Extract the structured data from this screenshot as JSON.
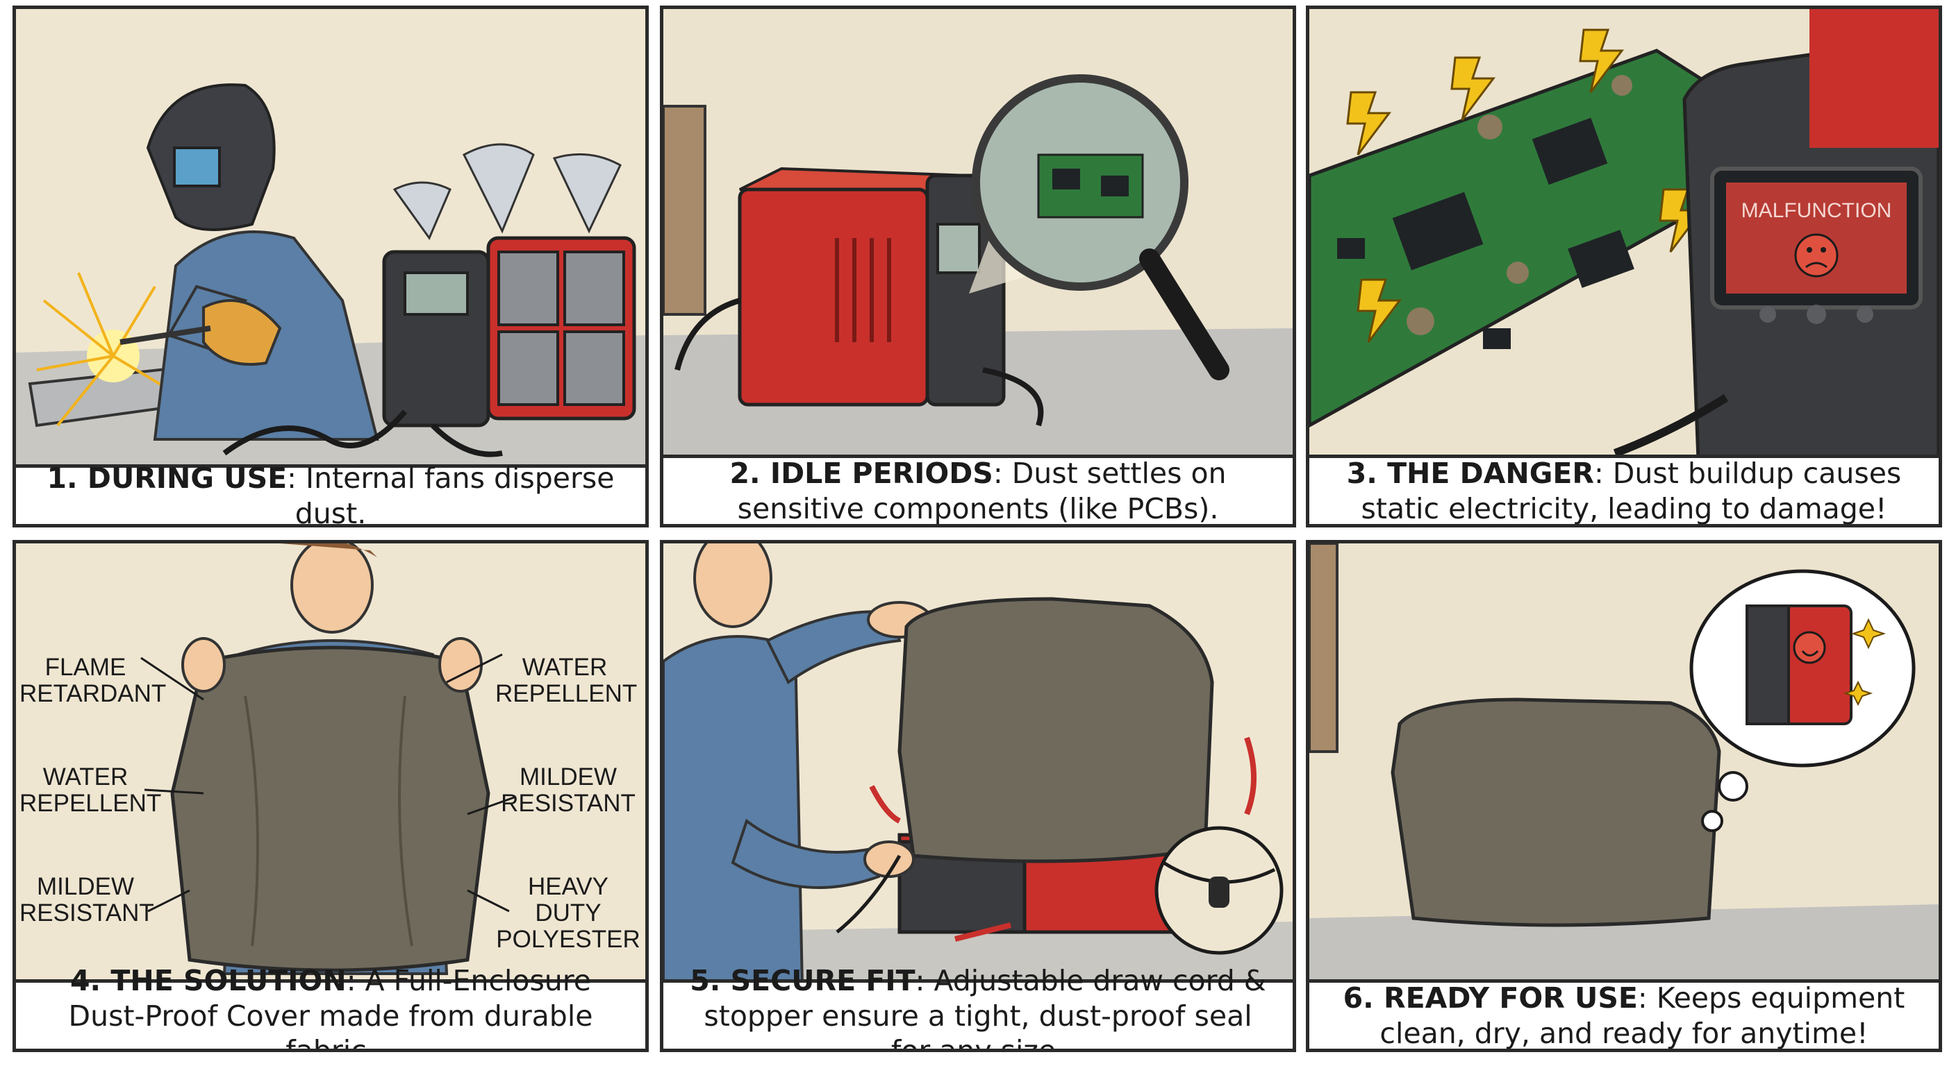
{
  "panels": [
    {
      "caption_title": "1. DURING USE",
      "caption_text": ": Internal fans disperse dust."
    },
    {
      "caption_title": "2. IDLE PERIODS",
      "caption_text": ": Dust settles on sensitive components (like PCBs)."
    },
    {
      "caption_title": "3. THE DANGER",
      "caption_text": ": Dust buildup causes static electricity, leading to damage!",
      "screen_text": "MALFUNCTION"
    },
    {
      "caption_title": "4. THE SOLUTION",
      "caption_text": ": A Full-Enclosure Dust-Proof Cover made from durable fabric.",
      "labels": [
        "FLAME RETARDANT",
        "WATER REPELLENT",
        "WATER REPELLENT",
        "MILDEW RESISTANT",
        "MILDEW RESISTANT",
        "HEAVY DUTY POLYESTER"
      ]
    },
    {
      "caption_title": "5. SECURE FIT",
      "caption_text": ": Adjustable draw cord & stopper ensure a tight, dust-proof seal for any size."
    },
    {
      "caption_title": "6. READY FOR USE",
      "caption_text": ": Keeps equipment clean, dry, and ready for anytime!"
    }
  ],
  "colors": {
    "machine_red": "#c9302c",
    "cover_gray": "#6f6a5c",
    "pcb_green": "#2f7a3b",
    "panel_bg": "#efe6d2",
    "shirt_blue": "#5b7fa6"
  },
  "icons": [
    "welding-helmet-icon",
    "tornado-icon",
    "magnifier-icon",
    "lightning-icon",
    "sad-face-icon",
    "smile-face-icon",
    "sparkle-icon",
    "arrow-icon"
  ]
}
